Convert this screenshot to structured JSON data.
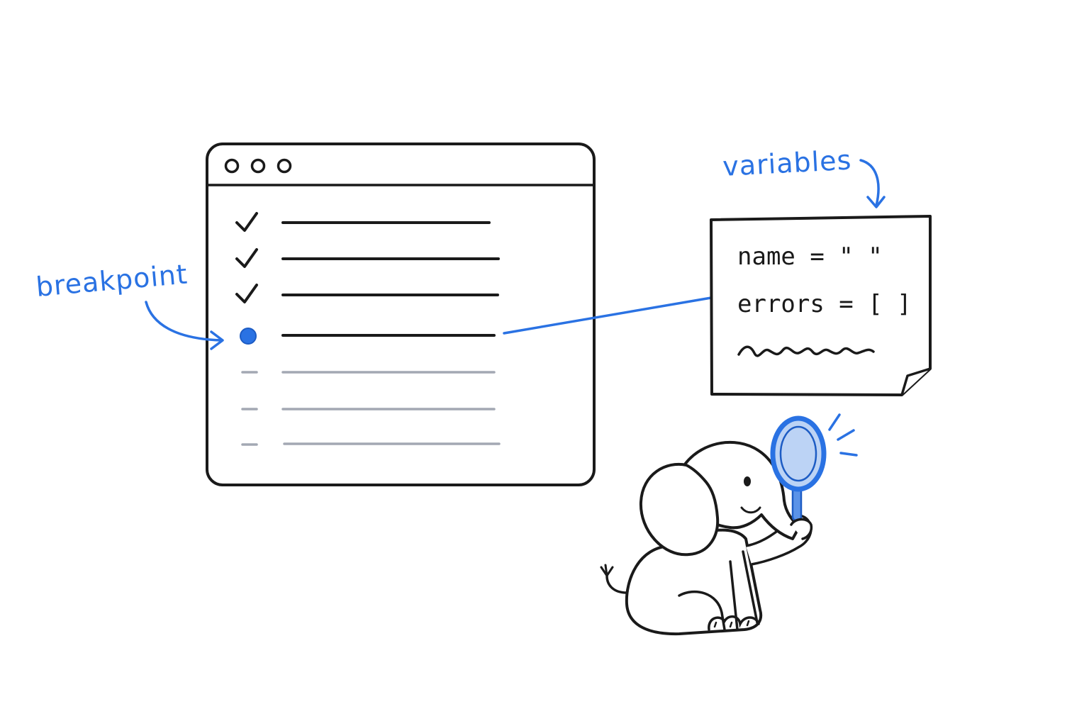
{
  "colors": {
    "ink": "#1a1a1a",
    "accent": "#2a72e3",
    "muted": "#a3a8b3",
    "background": "#ffffff",
    "lens": "#bcd3f5"
  },
  "labels": {
    "breakpoint": "breakpoint",
    "variables": "variables"
  },
  "code_window": {
    "controls": [
      "dot",
      "dot",
      "dot"
    ],
    "lines": [
      {
        "state": "done",
        "icon": "checkmark-icon"
      },
      {
        "state": "done",
        "icon": "checkmark-icon"
      },
      {
        "state": "done",
        "icon": "checkmark-icon"
      },
      {
        "state": "paused",
        "icon": "breakpoint-dot-icon"
      },
      {
        "state": "pending",
        "icon": "dash-icon"
      },
      {
        "state": "pending",
        "icon": "dash-icon"
      },
      {
        "state": "pending",
        "icon": "dash-icon"
      }
    ]
  },
  "variables_panel": {
    "entries": [
      {
        "text": "name = \" \""
      },
      {
        "text": "errors = [ ]"
      }
    ]
  },
  "mascot": {
    "icon": "elephant-with-magnifier-icon"
  }
}
